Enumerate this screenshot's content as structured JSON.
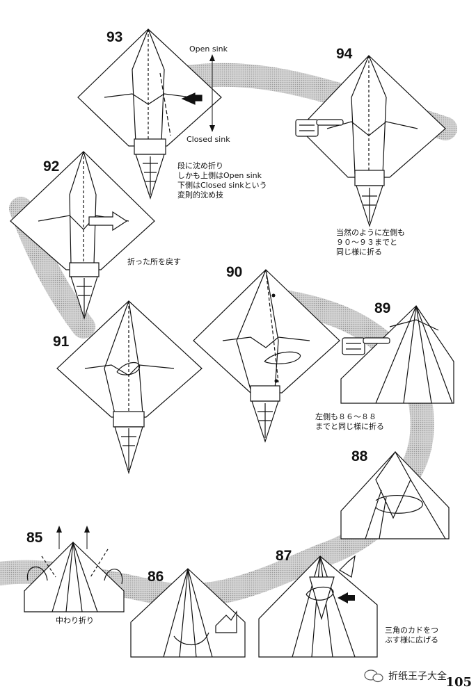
{
  "steps": {
    "s85": "85",
    "s86": "86",
    "s87": "87",
    "s88": "88",
    "s89": "89",
    "s90": "90",
    "s91": "91",
    "s92": "92",
    "s93": "93",
    "s94": "94"
  },
  "annotations": {
    "open_sink": "Open sink",
    "closed_sink": "Closed sink",
    "step93_note": "段に沈め折り\nしかも上側はOpen sink\n下側はClosed sinkという\n変則的沈め技",
    "step92_note": "折った所を戻す",
    "step94_note": "当然のように左側も\n９０～９３までと\n同じ様に折る",
    "step89_note": "左側も８６～８８\nまでと同じ様に折る",
    "step85_note": "中わり折り",
    "step87_note": "三角のカドをつ\nぶす様に広げる"
  },
  "watermark": "折纸王子大全",
  "page_number": "105",
  "icons": [
    "pointing-hand-icon",
    "push-arrow-icon",
    "fold-arrow-icon",
    "wechat-icon"
  ],
  "colors": {
    "paper": "#ffffff",
    "ink": "#111111",
    "band": "#c8c8c8"
  }
}
